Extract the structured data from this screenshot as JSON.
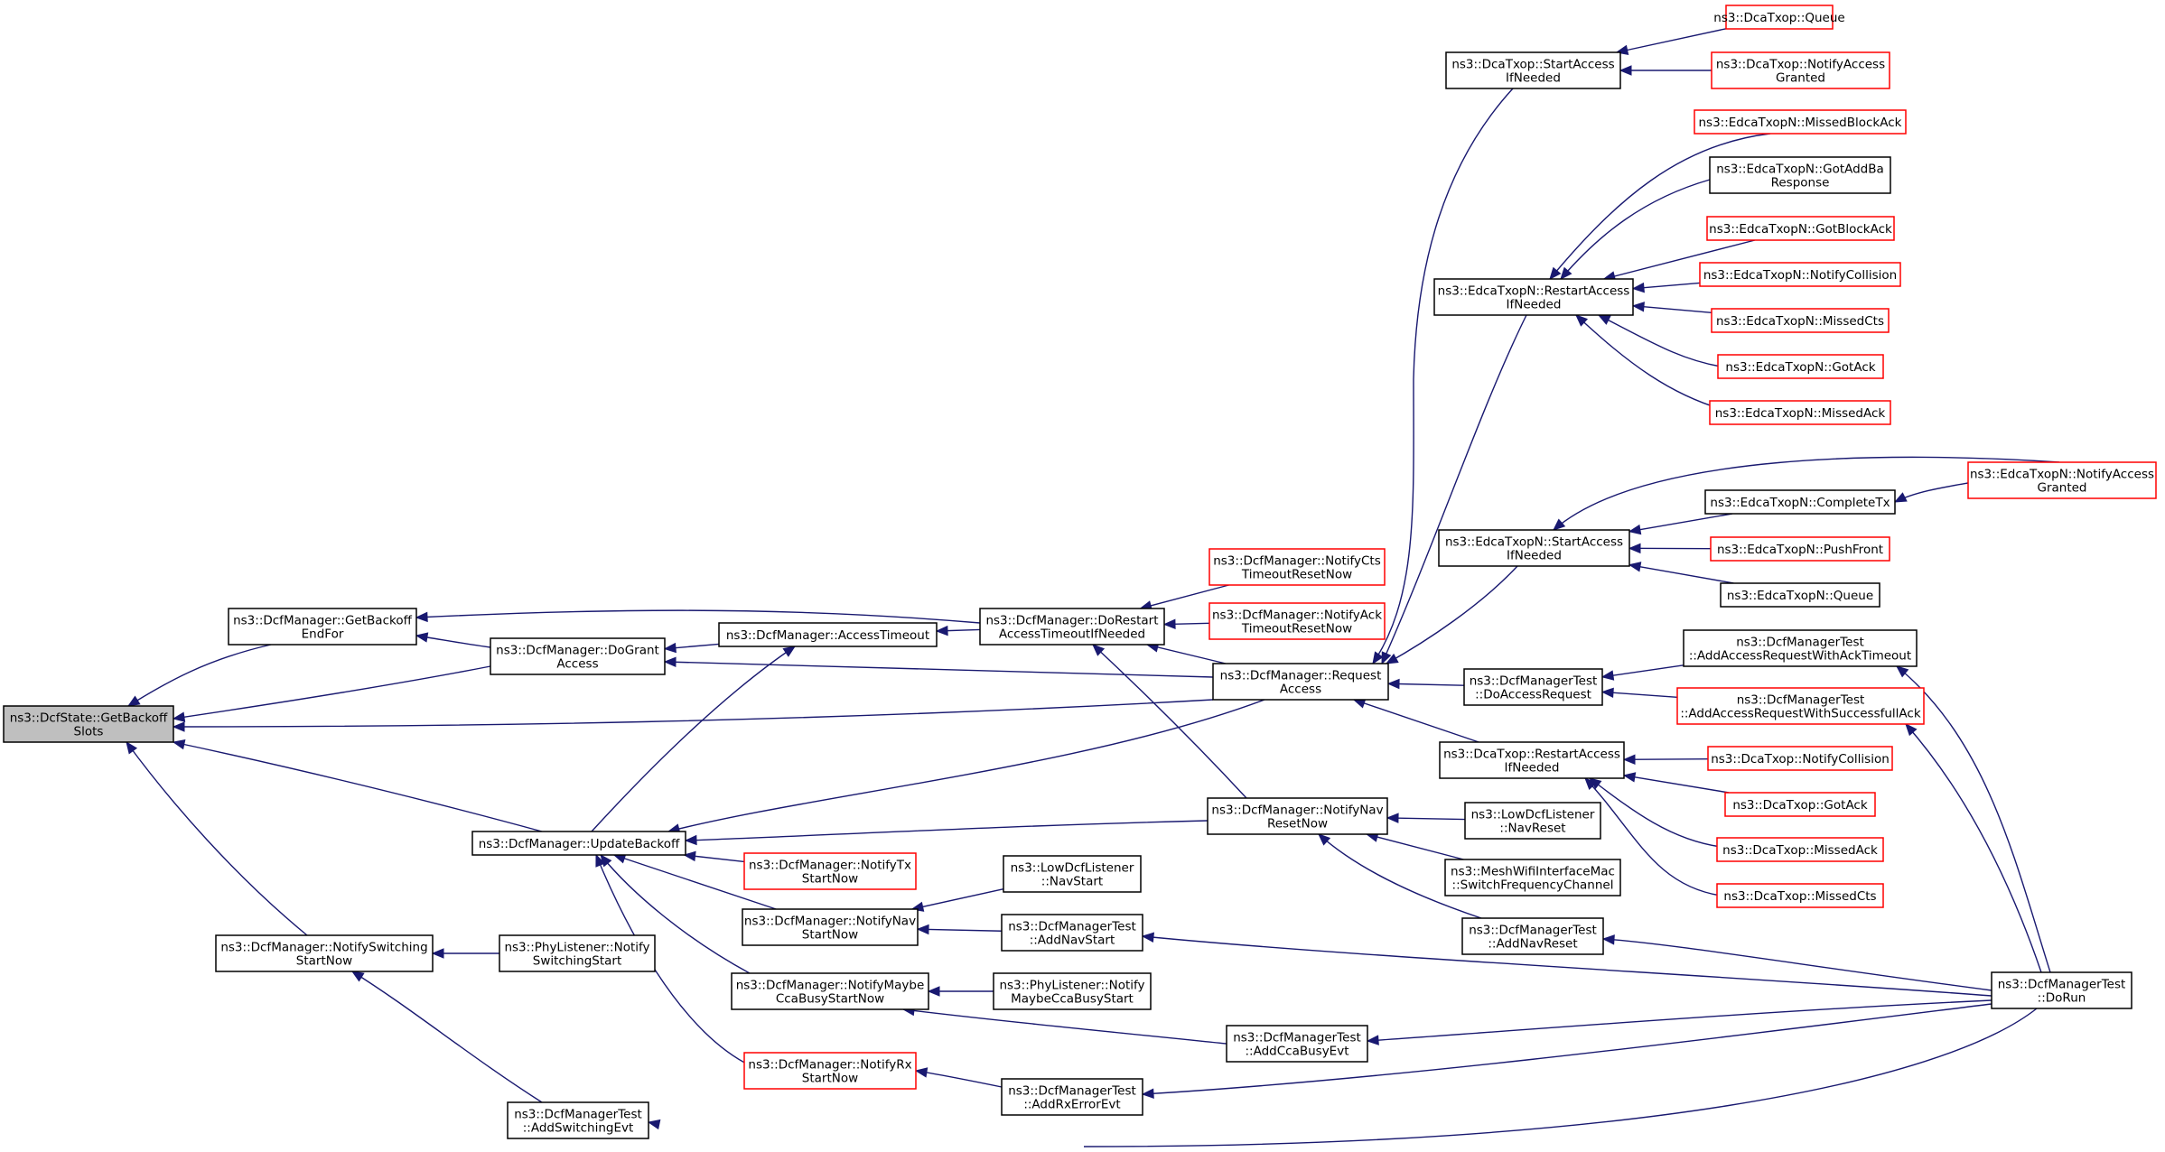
{
  "colors": {
    "edge": "#191970",
    "node_border": "#000000",
    "node_border_undocumented": "#ff0000",
    "node_fill": "#ffffff",
    "root_fill": "#bfbfbf"
  },
  "nodes": [
    {
      "id": "root",
      "lines": [
        "ns3::DcfState::GetBackoff",
        "Slots"
      ],
      "style": "root"
    },
    {
      "id": "getbackoffendfor",
      "lines": [
        "ns3::DcfManager::GetBackoff",
        "EndFor"
      ],
      "style": "normal"
    },
    {
      "id": "dograntaccess",
      "lines": [
        "ns3::DcfManager::DoGrant",
        "Access"
      ],
      "style": "normal"
    },
    {
      "id": "accesstimeout",
      "lines": [
        "ns3::DcfManager::AccessTimeout"
      ],
      "style": "normal"
    },
    {
      "id": "dorestart",
      "lines": [
        "ns3::DcfManager::DoRestart",
        "AccessTimeoutIfNeeded"
      ],
      "style": "normal"
    },
    {
      "id": "notifycts",
      "lines": [
        "ns3::DcfManager::NotifyCts",
        "TimeoutResetNow"
      ],
      "style": "red"
    },
    {
      "id": "notifyack",
      "lines": [
        "ns3::DcfManager::NotifyAck",
        "TimeoutResetNow"
      ],
      "style": "red"
    },
    {
      "id": "requestaccess",
      "lines": [
        "ns3::DcfManager::Request",
        "Access"
      ],
      "style": "normal"
    },
    {
      "id": "dcastartaccess",
      "lines": [
        "ns3::DcaTxop::StartAccess",
        "IfNeeded"
      ],
      "style": "normal"
    },
    {
      "id": "dcaqueue",
      "lines": [
        "ns3::DcaTxop::Queue"
      ],
      "style": "red"
    },
    {
      "id": "dcanotifyaccessgranted",
      "lines": [
        "ns3::DcaTxop::NotifyAccess",
        "Granted"
      ],
      "style": "red"
    },
    {
      "id": "edcarestart",
      "lines": [
        "ns3::EdcaTxopN::RestartAccess",
        "IfNeeded"
      ],
      "style": "normal"
    },
    {
      "id": "edcamissedblockack",
      "lines": [
        "ns3::EdcaTxopN::MissedBlockAck"
      ],
      "style": "red"
    },
    {
      "id": "edcagotaddba",
      "lines": [
        "ns3::EdcaTxopN::GotAddBa",
        "Response"
      ],
      "style": "normal"
    },
    {
      "id": "edcagotblockack",
      "lines": [
        "ns3::EdcaTxopN::GotBlockAck"
      ],
      "style": "red"
    },
    {
      "id": "edcanotifycollision",
      "lines": [
        "ns3::EdcaTxopN::NotifyCollision"
      ],
      "style": "red"
    },
    {
      "id": "edcamissedcts",
      "lines": [
        "ns3::EdcaTxopN::MissedCts"
      ],
      "style": "red"
    },
    {
      "id": "edcagotack",
      "lines": [
        "ns3::EdcaTxopN::GotAck"
      ],
      "style": "red"
    },
    {
      "id": "edcamissedack",
      "lines": [
        "ns3::EdcaTxopN::MissedAck"
      ],
      "style": "red"
    },
    {
      "id": "edcastartaccess",
      "lines": [
        "ns3::EdcaTxopN::StartAccess",
        "IfNeeded"
      ],
      "style": "normal"
    },
    {
      "id": "edcacompletetx",
      "lines": [
        "ns3::EdcaTxopN::CompleteTx"
      ],
      "style": "normal"
    },
    {
      "id": "edcanotifyaccessgranted",
      "lines": [
        "ns3::EdcaTxopN::NotifyAccess",
        "Granted"
      ],
      "style": "red"
    },
    {
      "id": "edcapushfront",
      "lines": [
        "ns3::EdcaTxopN::PushFront"
      ],
      "style": "red"
    },
    {
      "id": "edcaqueue",
      "lines": [
        "ns3::EdcaTxopN::Queue"
      ],
      "style": "normal"
    },
    {
      "id": "dotestdoaccessrequest",
      "lines": [
        "ns3::DcfManagerTest",
        "::DoAccessRequest"
      ],
      "style": "normal"
    },
    {
      "id": "addaccessreqack",
      "lines": [
        "ns3::DcfManagerTest",
        "::AddAccessRequestWithAckTimeout"
      ],
      "style": "normal"
    },
    {
      "id": "addaccessreqsucc",
      "lines": [
        "ns3::DcfManagerTest",
        "::AddAccessRequestWithSuccessfullAck"
      ],
      "style": "red"
    },
    {
      "id": "dcarestart",
      "lines": [
        "ns3::DcaTxop::RestartAccess",
        "IfNeeded"
      ],
      "style": "normal"
    },
    {
      "id": "dcanotifycollision",
      "lines": [
        "ns3::DcaTxop::NotifyCollision"
      ],
      "style": "red"
    },
    {
      "id": "dcagotack",
      "lines": [
        "ns3::DcaTxop::GotAck"
      ],
      "style": "red"
    },
    {
      "id": "dcamissedack",
      "lines": [
        "ns3::DcaTxop::MissedAck"
      ],
      "style": "red"
    },
    {
      "id": "dcamissedcts",
      "lines": [
        "ns3::DcaTxop::MissedCts"
      ],
      "style": "red"
    },
    {
      "id": "updatebackoff",
      "lines": [
        "ns3::DcfManager::UpdateBackoff"
      ],
      "style": "normal"
    },
    {
      "id": "notifynavreset",
      "lines": [
        "ns3::DcfManager::NotifyNav",
        "ResetNow"
      ],
      "style": "normal"
    },
    {
      "id": "lowdcfnavreset",
      "lines": [
        "ns3::LowDcfListener",
        "::NavReset"
      ],
      "style": "normal"
    },
    {
      "id": "meshswitch",
      "lines": [
        "ns3::MeshWifiInterfaceMac",
        "::SwitchFrequencyChannel"
      ],
      "style": "normal"
    },
    {
      "id": "addnavreset",
      "lines": [
        "ns3::DcfManagerTest",
        "::AddNavReset"
      ],
      "style": "normal"
    },
    {
      "id": "notifytx",
      "lines": [
        "ns3::DcfManager::NotifyTx",
        "StartNow"
      ],
      "style": "red"
    },
    {
      "id": "notifynavstart",
      "lines": [
        "ns3::DcfManager::NotifyNav",
        "StartNow"
      ],
      "style": "normal"
    },
    {
      "id": "lowdcfnavstart",
      "lines": [
        "ns3::LowDcfListener",
        "::NavStart"
      ],
      "style": "normal"
    },
    {
      "id": "addnavstart",
      "lines": [
        "ns3::DcfManagerTest",
        "::AddNavStart"
      ],
      "style": "normal"
    },
    {
      "id": "notifymaybecca",
      "lines": [
        "ns3::DcfManager::NotifyMaybe",
        "CcaBusyStartNow"
      ],
      "style": "normal"
    },
    {
      "id": "phymaybecca",
      "lines": [
        "ns3::PhyListener::Notify",
        "MaybeCcaBusyStart"
      ],
      "style": "normal"
    },
    {
      "id": "addccabusy",
      "lines": [
        "ns3::DcfManagerTest",
        "::AddCcaBusyEvt"
      ],
      "style": "normal"
    },
    {
      "id": "notifyrx",
      "lines": [
        "ns3::DcfManager::NotifyRx",
        "StartNow"
      ],
      "style": "red"
    },
    {
      "id": "addrxerror",
      "lines": [
        "ns3::DcfManagerTest",
        "::AddRxErrorEvt"
      ],
      "style": "normal"
    },
    {
      "id": "notifyswitching",
      "lines": [
        "ns3::DcfManager::NotifySwitching",
        "StartNow"
      ],
      "style": "normal"
    },
    {
      "id": "physwitching",
      "lines": [
        "ns3::PhyListener::Notify",
        "SwitchingStart"
      ],
      "style": "normal"
    },
    {
      "id": "addswitching",
      "lines": [
        "ns3::DcfManagerTest",
        "::AddSwitchingEvt"
      ],
      "style": "normal"
    },
    {
      "id": "dorun",
      "lines": [
        "ns3::DcfManagerTest",
        "::DoRun"
      ],
      "style": "normal"
    }
  ],
  "edges": [
    {
      "from": "getbackoffendfor",
      "to": "root"
    },
    {
      "from": "dograntaccess",
      "to": "getbackoffendfor"
    },
    {
      "from": "dograntaccess",
      "to": "root"
    },
    {
      "from": "dorestart",
      "to": "getbackoffendfor"
    },
    {
      "from": "requestaccess",
      "to": "root"
    },
    {
      "from": "updatebackoff",
      "to": "root"
    },
    {
      "from": "notifyswitching",
      "to": "root"
    },
    {
      "from": "accesstimeout",
      "to": "dograntaccess"
    },
    {
      "from": "requestaccess",
      "to": "dograntaccess"
    },
    {
      "from": "dorestart",
      "to": "accesstimeout"
    },
    {
      "from": "updatebackoff",
      "to": "accesstimeout"
    },
    {
      "from": "notifycts",
      "to": "dorestart"
    },
    {
      "from": "notifyack",
      "to": "dorestart"
    },
    {
      "from": "requestaccess",
      "to": "dorestart"
    },
    {
      "from": "notifynavreset",
      "to": "dorestart"
    },
    {
      "from": "dcastartaccess",
      "to": "requestaccess"
    },
    {
      "from": "edcarestart",
      "to": "requestaccess"
    },
    {
      "from": "edcastartaccess",
      "to": "requestaccess"
    },
    {
      "from": "dotestdoaccessrequest",
      "to": "requestaccess"
    },
    {
      "from": "dcarestart",
      "to": "requestaccess"
    },
    {
      "from": "dcaqueue",
      "to": "dcastartaccess"
    },
    {
      "from": "dcanotifyaccessgranted",
      "to": "dcastartaccess"
    },
    {
      "from": "edcamissedblockack",
      "to": "edcarestart"
    },
    {
      "from": "edcagotaddba",
      "to": "edcarestart"
    },
    {
      "from": "edcagotblockack",
      "to": "edcarestart"
    },
    {
      "from": "edcanotifycollision",
      "to": "edcarestart"
    },
    {
      "from": "edcamissedcts",
      "to": "edcarestart"
    },
    {
      "from": "edcagotack",
      "to": "edcarestart"
    },
    {
      "from": "edcamissedack",
      "to": "edcarestart"
    },
    {
      "from": "edcanotifyaccessgranted",
      "to": "edcastartaccess"
    },
    {
      "from": "edcacompletetx",
      "to": "edcastartaccess"
    },
    {
      "from": "edcapushfront",
      "to": "edcastartaccess"
    },
    {
      "from": "edcaqueue",
      "to": "edcastartaccess"
    },
    {
      "from": "edcanotifyaccessgranted",
      "to": "edcacompletetx"
    },
    {
      "from": "addaccessreqack",
      "to": "dotestdoaccessrequest"
    },
    {
      "from": "addaccessreqsucc",
      "to": "dotestdoaccessrequest"
    },
    {
      "from": "dorun",
      "to": "addaccessreqack"
    },
    {
      "from": "dorun",
      "to": "addaccessreqsucc"
    },
    {
      "from": "dcanotifycollision",
      "to": "dcarestart"
    },
    {
      "from": "dcagotack",
      "to": "dcarestart"
    },
    {
      "from": "dcamissedack",
      "to": "dcarestart"
    },
    {
      "from": "dcamissedcts",
      "to": "dcarestart"
    },
    {
      "from": "requestaccess",
      "to": "updatebackoff"
    },
    {
      "from": "notifynavreset",
      "to": "updatebackoff"
    },
    {
      "from": "notifytx",
      "to": "updatebackoff"
    },
    {
      "from": "notifynavstart",
      "to": "updatebackoff"
    },
    {
      "from": "notifymaybecca",
      "to": "updatebackoff"
    },
    {
      "from": "notifyrx",
      "to": "updatebackoff"
    },
    {
      "from": "lowdcfnavreset",
      "to": "notifynavreset"
    },
    {
      "from": "meshswitch",
      "to": "notifynavreset"
    },
    {
      "from": "addnavreset",
      "to": "notifynavreset"
    },
    {
      "from": "dorun",
      "to": "addnavreset"
    },
    {
      "from": "lowdcfnavstart",
      "to": "notifynavstart"
    },
    {
      "from": "addnavstart",
      "to": "notifynavstart"
    },
    {
      "from": "dorun",
      "to": "addnavstart"
    },
    {
      "from": "phymaybecca",
      "to": "notifymaybecca"
    },
    {
      "from": "addccabusy",
      "to": "notifymaybecca"
    },
    {
      "from": "dorun",
      "to": "addccabusy"
    },
    {
      "from": "addrxerror",
      "to": "notifyrx"
    },
    {
      "from": "dorun",
      "to": "addrxerror"
    },
    {
      "from": "physwitching",
      "to": "notifyswitching"
    },
    {
      "from": "addswitching",
      "to": "notifyswitching"
    },
    {
      "from": "dorun",
      "to": "addswitching"
    }
  ]
}
